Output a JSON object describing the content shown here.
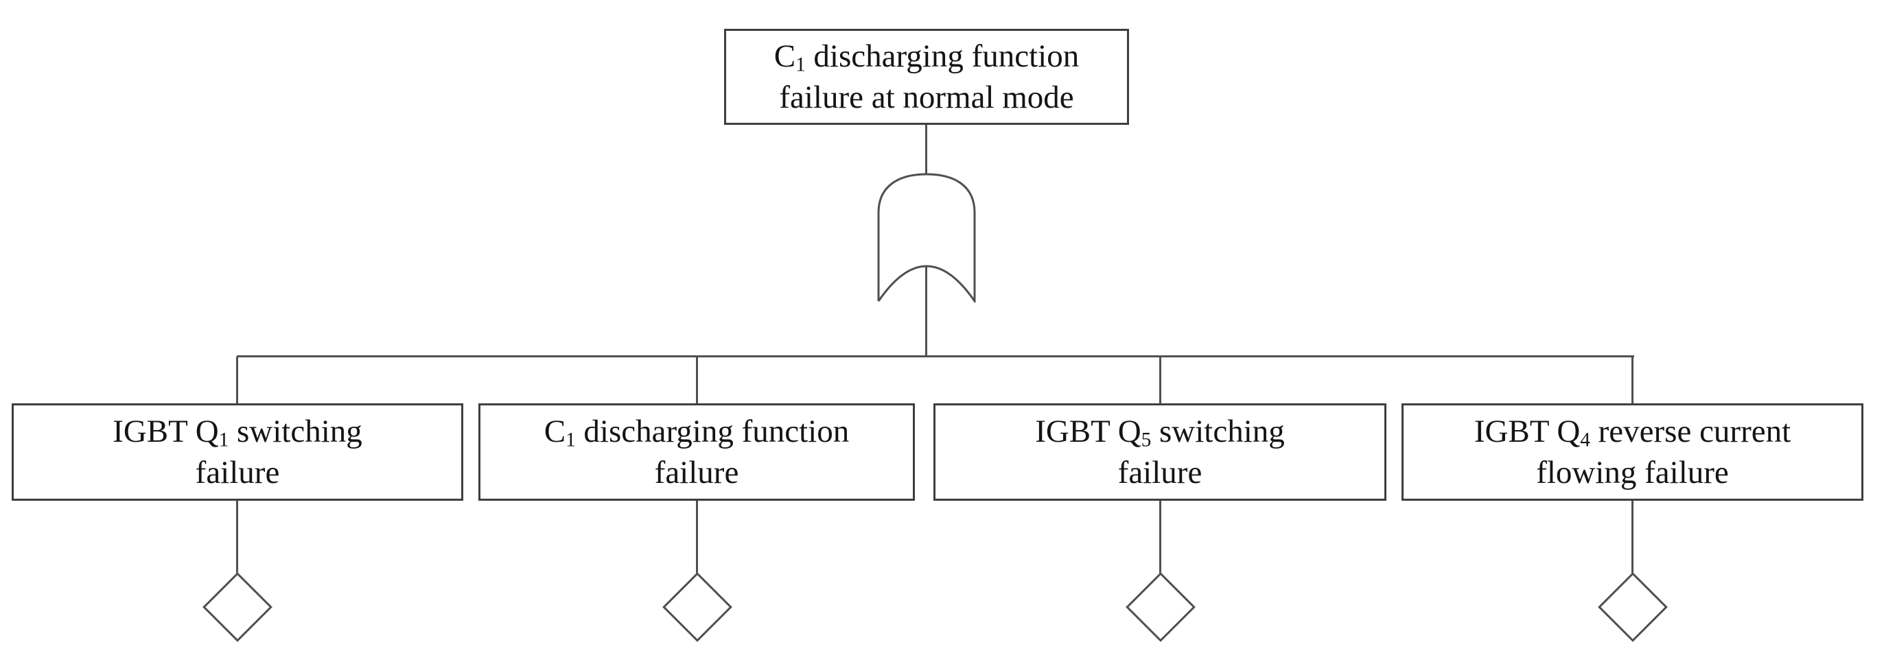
{
  "diagram": {
    "kind": "fault-tree",
    "colors": {
      "background": "#ffffff",
      "line": "#4f4f4f",
      "box_border": "#3e3e3e",
      "text": "#141414"
    },
    "root": {
      "line1": {
        "pre": "C",
        "sub": "1",
        "post": " discharging function"
      },
      "line2": "failure at normal mode"
    },
    "gate": {
      "type": "OR",
      "symbol": "or-gate-icon"
    },
    "children": [
      {
        "line1": {
          "pre": "IGBT Q",
          "sub": "1",
          "post": " switching"
        },
        "line2": "failure",
        "symbol": "undeveloped-event-diamond-icon"
      },
      {
        "line1": {
          "pre": "C",
          "sub": "1",
          "post": " discharging function"
        },
        "line2": "failure",
        "symbol": "undeveloped-event-diamond-icon"
      },
      {
        "line1": {
          "pre": "IGBT Q",
          "sub": "5",
          "post": " switching"
        },
        "line2": "failure",
        "symbol": "undeveloped-event-diamond-icon"
      },
      {
        "line1": {
          "pre": "IGBT Q",
          "sub": "4",
          "post": " reverse current"
        },
        "line2": "flowing failure",
        "symbol": "undeveloped-event-diamond-icon"
      }
    ]
  }
}
